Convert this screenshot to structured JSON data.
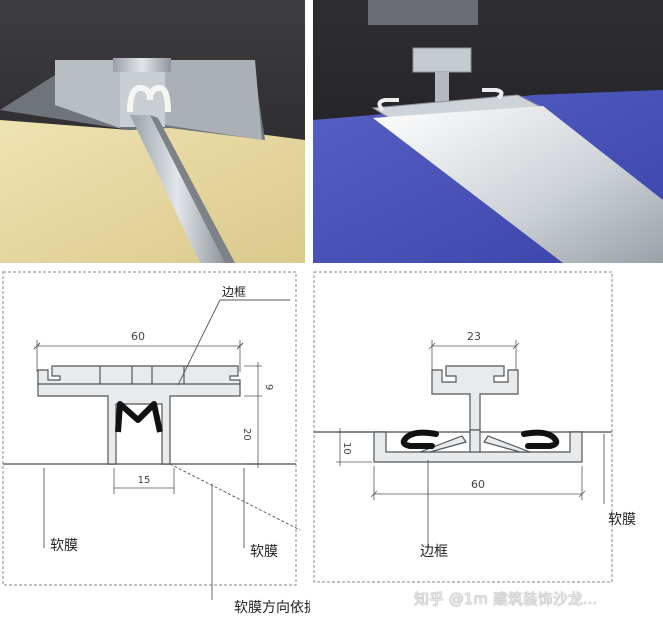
{
  "photos": {
    "left": {
      "alt": "单边框软膜安装实景"
    },
    "right": {
      "alt": "双边框软膜安装实景"
    }
  },
  "left_drawing": {
    "dim_width": "60",
    "dim_height_top": "9",
    "dim_height_body": "20",
    "dim_bottom": "15",
    "label_frame": "边框",
    "label_film_left": "软膜",
    "label_film_right": "软膜",
    "label_note": "软膜方向依据造型改变"
  },
  "right_drawing": {
    "dim_top": "23",
    "dim_height": "10",
    "dim_bottom": "60",
    "label_frame": "边框",
    "label_film": "软膜"
  },
  "watermark": "知乎 @1m 建筑装饰沙龙..."
}
